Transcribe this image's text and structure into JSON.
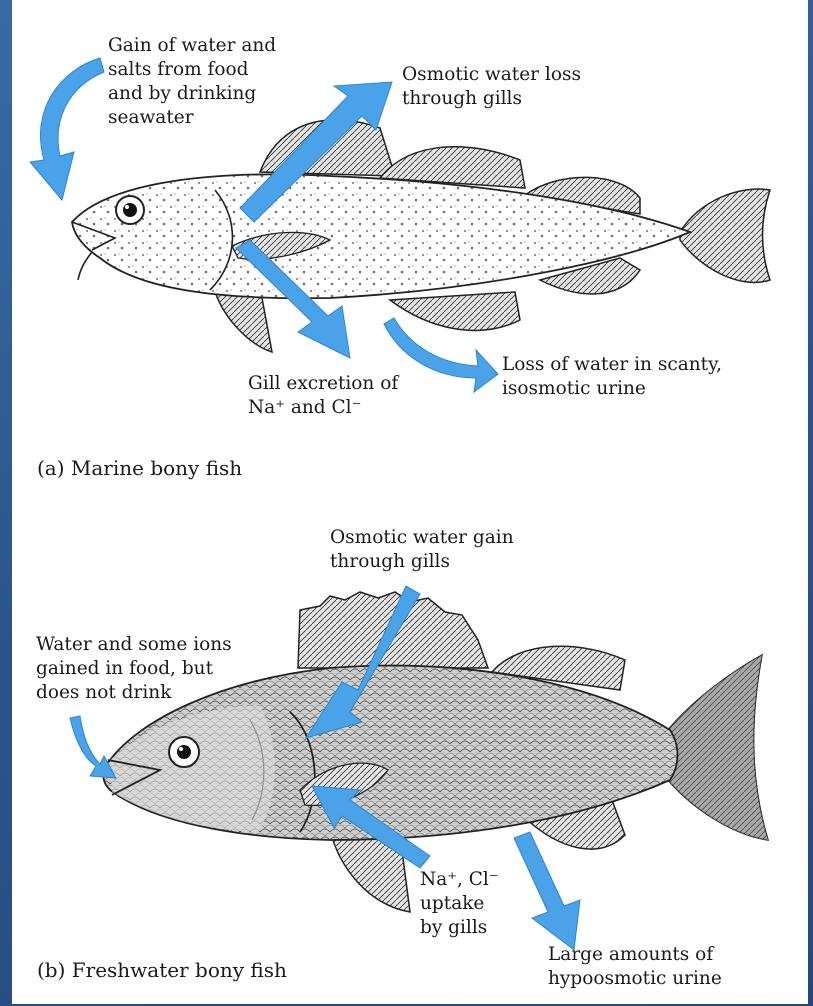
{
  "marine": {
    "caption": "(a) Marine bony fish",
    "labels": {
      "gain_food": "Gain of water and\nsalts from food\nand by drinking\nseawater",
      "osmotic_loss": "Osmotic water loss\nthrough gills",
      "gill_excretion": "Gill excretion of\nNa⁺ and Cl⁻",
      "urine_loss": "Loss of water in scanty,\nisosmotic urine"
    }
  },
  "freshwater": {
    "caption": "(b) Freshwater bony fish",
    "labels": {
      "osmotic_gain": "Osmotic water gain\nthrough gills",
      "food_water": "Water and some ions\ngained in food, but\ndoes not drink",
      "ion_uptake": "Na⁺, Cl⁻\nuptake\nby gills",
      "urine_large": "Large amounts of\nhypoosmotic urine"
    }
  },
  "colors": {
    "arrow": "#4aa3e8",
    "background": "#2c5a92",
    "panel": "#ffffff"
  }
}
